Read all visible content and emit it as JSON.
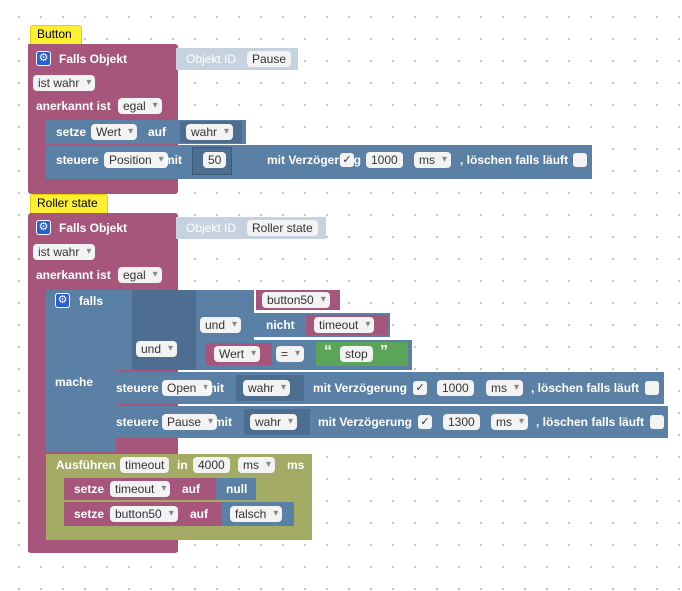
{
  "block1": {
    "comment": "Button",
    "header_label": "Falls Objekt",
    "object_id_label": "Objekt ID",
    "object_id_value": "Pause",
    "ist": "ist wahr",
    "anerkannt_label": "anerkannt ist",
    "anerkannt_value": "egal",
    "setze_label": "setze",
    "setze_field": "Wert",
    "auf_label": "auf",
    "auf_value": "wahr",
    "steuere_label": "steuere",
    "steuere_target": "Position",
    "mit_label": "mit",
    "mit_value": "50",
    "delay_label": "mit Verzögerung",
    "delay_checked": "✓",
    "delay_value": "1000",
    "unit": "ms",
    "clear_label": ", löschen falls läuft"
  },
  "block2": {
    "comment": "Roller state",
    "header_label": "Falls Objekt",
    "object_id_label": "Objekt ID",
    "object_id_value": "Roller state",
    "ist": "ist wahr",
    "anerkannt_label": "anerkannt ist",
    "anerkannt_value": "egal",
    "falls_label": "falls",
    "mache_label": "mache",
    "und1": "und",
    "und2": "und",
    "var_button50": "button50",
    "nicht_label": "nicht",
    "var_timeout": "timeout",
    "wert_label": "Wert",
    "eq_op": "=",
    "quote_open": "“",
    "stop_text": "stop",
    "quote_close": "”",
    "steuere1": {
      "label": "steuere",
      "target": "Open",
      "mit": "mit",
      "value": "wahr",
      "delay_label": "mit Verzögerung",
      "checked": "✓",
      "delay": "1000",
      "unit": "ms",
      "clear": ", löschen falls läuft"
    },
    "steuere2": {
      "label": "steuere",
      "target": "Pause",
      "mit": "mit",
      "value": "wahr",
      "delay_label": "mit Verzögerung",
      "checked": "✓",
      "delay": "1300",
      "unit": "ms",
      "clear": ", löschen falls läuft"
    },
    "ausfuehren_label": "Ausführen",
    "timer_var": "timeout",
    "in_label": "in",
    "timer_value": "4000",
    "timer_unit": "ms",
    "timer_unit_label": "ms",
    "setze1": {
      "label": "setze",
      "var": "timeout",
      "auf": "auf",
      "value": "null"
    },
    "setze2": {
      "label": "setze",
      "var": "button50",
      "auf": "auf",
      "value": "falsch"
    }
  },
  "colors": {
    "event_block": "#a5567a",
    "action_block": "#5b80a5",
    "timer_block": "#a3ab64",
    "comment": "#fdf033"
  },
  "icons": [
    "gear-icon",
    "dropdown-arrow-icon",
    "checkbox-icon"
  ]
}
